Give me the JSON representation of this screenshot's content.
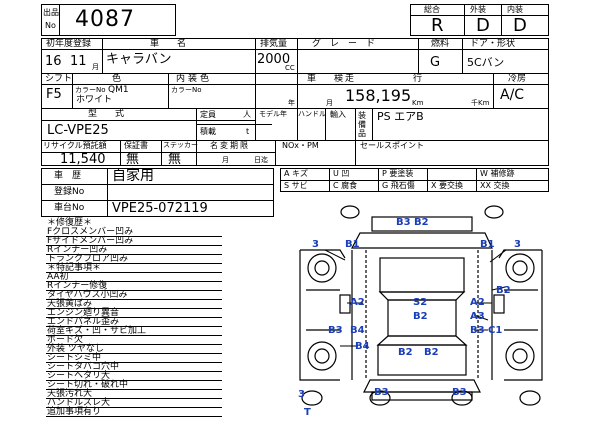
{
  "lot": {
    "shutsu": "出品",
    "no": "No",
    "number": "4087"
  },
  "grades": {
    "overall_label": "総合",
    "overall": "R",
    "exterior_label": "外装",
    "exterior": "D",
    "interior_label": "内装",
    "interior": "D"
  },
  "headers": {
    "first_reg": "初年度登録",
    "car_name": "車　　名",
    "displacement": "排気量",
    "grade": "グ　レ　ー　ド",
    "fuel": "燃料",
    "doors_shape": "ドア・形状",
    "shift": "シフト",
    "color": "色",
    "interior_color": "内装色",
    "inspection": "車　　検",
    "mileage": "走　　　行",
    "ac": "冷房",
    "model": "型　　式",
    "capacity": "定員",
    "capacity_unit": "人",
    "cargo": "積載",
    "cargo_unit": "t",
    "model_year": "モデル年",
    "handle": "ハンドル",
    "import": "輸入",
    "equipment": "装備品",
    "recycle": "リサイクル預託額",
    "warranty": "保証書",
    "sticker": "ステッカー",
    "name_change": "名変期限",
    "nox": "NOx・PM",
    "sales_point": "セールスポイント",
    "history": "車　歴",
    "reg_no": "登録No",
    "chassis_no": "車台No"
  },
  "values": {
    "era": "16",
    "month": "11",
    "month_unit": "月",
    "car_name": "キャラバン",
    "displacement": "2000",
    "displacement_unit": "CC",
    "fuel": "G",
    "doors_shape": "5Cバン",
    "shift": "F5",
    "color_no_label": "カラーNo",
    "color_no": "QM1",
    "color_name": "ホワイト",
    "interior_color_no_label": "カラーNo",
    "year_unit": "年",
    "month_unit2": "月",
    "mileage": "158,195",
    "mileage_unit": "Km",
    "thousand_km": "千Km",
    "ac": "A/C",
    "model": "LC-VPE25",
    "equipment": "PS エアB",
    "recycle": "11,540",
    "warranty": "無",
    "sticker": "無",
    "name_change_m": "月",
    "name_change_d": "日迄",
    "history": "自家用",
    "chassis_no": "VPE25-072119"
  },
  "legend": [
    [
      "A キズ",
      "U 凹",
      "P 要塗装",
      "W 補修跡"
    ],
    [
      "S サビ",
      "C 腐食",
      "G 飛石傷",
      "X 要交換",
      "XX 交換"
    ]
  ],
  "notes": [
    "＊修復歴＊",
    "Fクロスメンバー凹み",
    "Fサイドメンバー凹み",
    "Rインナー凹み",
    "トランクフロア凹み",
    "＊特記事項＊",
    "AA初",
    "Rインナー修復",
    "タイヤハウス小凹み",
    "天張黄ばみ",
    "エンジン廻り異音",
    "エンドパネル歪み",
    "荷室キズ・凹・サビ加工",
    "ボード欠",
    "外装 ツヤなし",
    "シートシミ中",
    "シートタバコ穴中",
    "シートヘタリ大",
    "シート切れ・破れ中",
    "天張汚れ大",
    "ハンドルスレ大",
    "追加事項有り"
  ],
  "marks": {
    "b3_b2_top": "B3  B2",
    "n3_left_top": "3",
    "b1_left": "B1",
    "b1_right": "B1",
    "n3_right_top": "3",
    "b2_right": "B2",
    "a2_left": "A2",
    "s2": "S2",
    "b2_center": "B2",
    "a2_right": "A2",
    "b3_left": "B3",
    "b4": "B4",
    "a3": "A3",
    "b3_right": "B3",
    "c1": "C1",
    "b4_lower": "B4",
    "b2_lower_a": "B2",
    "b2_lower_b": "B2",
    "b3_bottom_a": "B3",
    "b3_bottom_b": "B3",
    "n3_bottom": "3",
    "t": "T"
  }
}
